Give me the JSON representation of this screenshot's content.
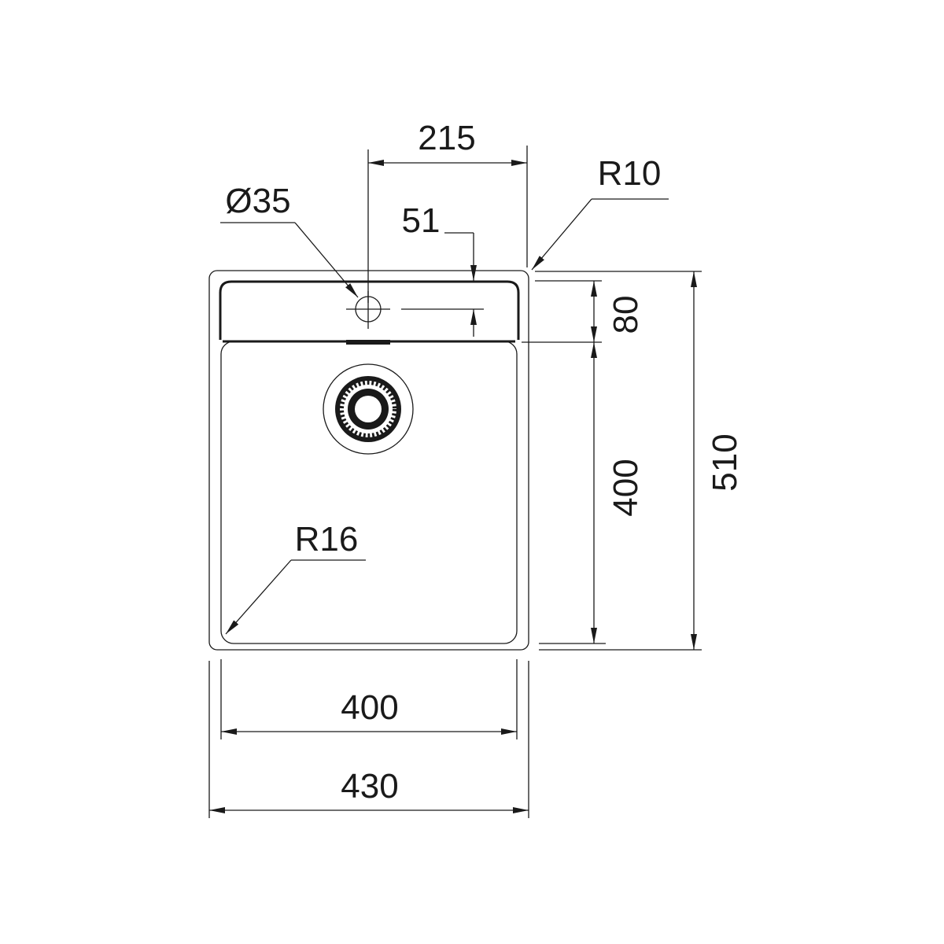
{
  "title": "Sink dimension drawing",
  "dimensions": {
    "hole_offset": "215",
    "corner_radius_outer": "R10",
    "tap_hole_diameter": "Ø35",
    "tap_hole_distance": "51",
    "deck_depth": "80",
    "bowl_depth": "400",
    "overall_depth": "510",
    "bowl_corner_radius": "R16",
    "bowl_width": "400",
    "overall_width": "430"
  },
  "colors": {
    "line": "#1a1a1a",
    "background": "#ffffff"
  }
}
